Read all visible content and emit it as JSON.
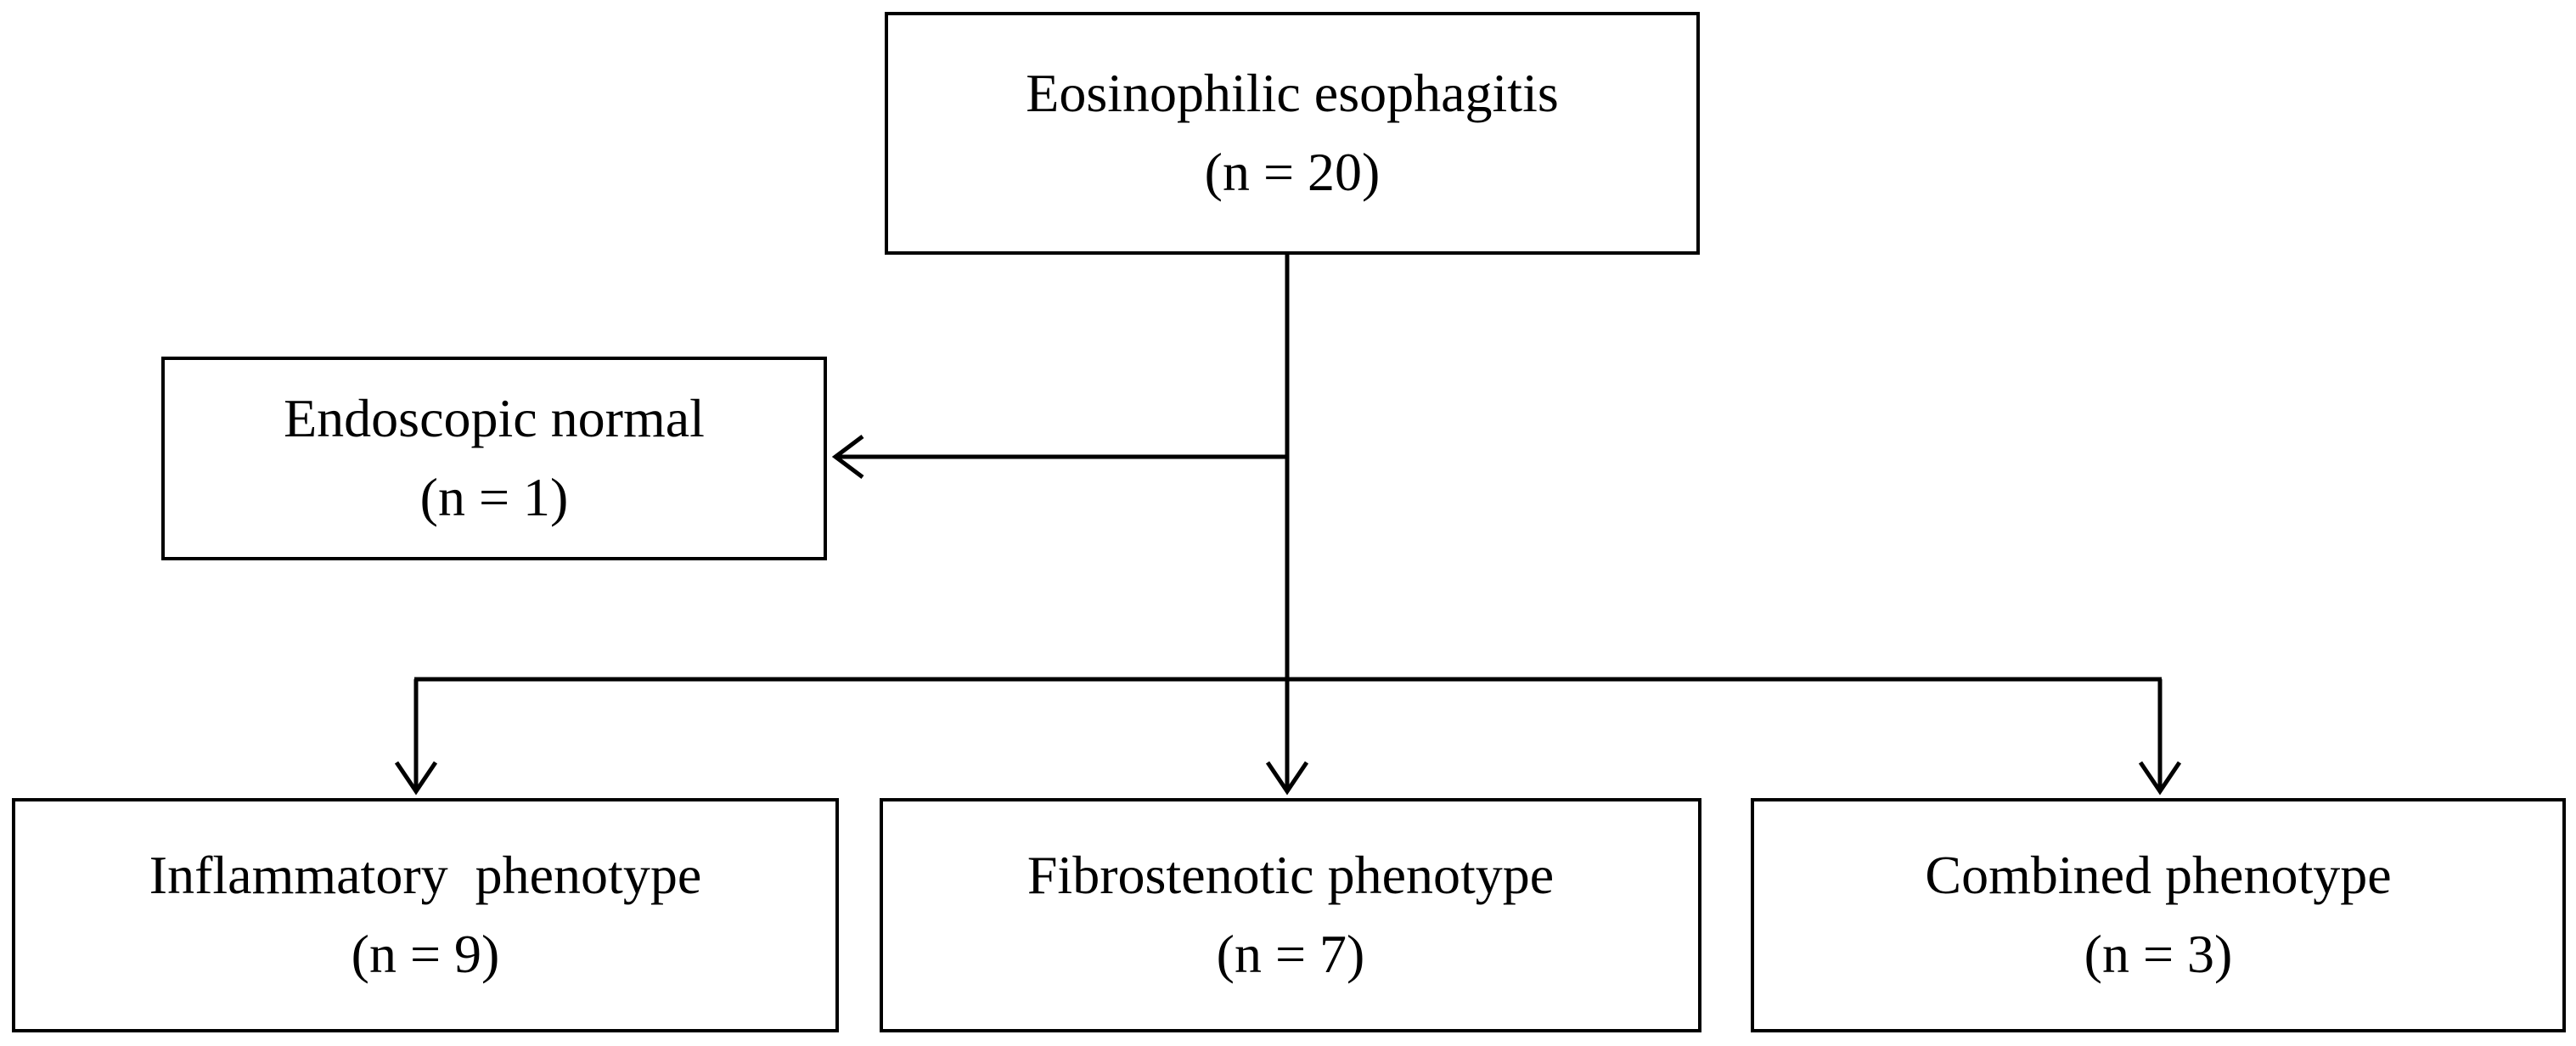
{
  "nodes": {
    "root": {
      "title": "Eosinophilic esophagitis",
      "count": "(n = 20)"
    },
    "normal": {
      "title": "Endoscopic normal",
      "count": "(n = 1)"
    },
    "inflam": {
      "title": "Inflammatory  phenotype",
      "count": "(n = 9)"
    },
    "fibro": {
      "title": "Fibrostenotic phenotype",
      "count": "(n = 7)"
    },
    "comb": {
      "title": "Combined phenotype",
      "count": "(n = 3)"
    }
  },
  "colors": {
    "line": "#000000",
    "box_border": "#000000",
    "background": "#ffffff"
  }
}
